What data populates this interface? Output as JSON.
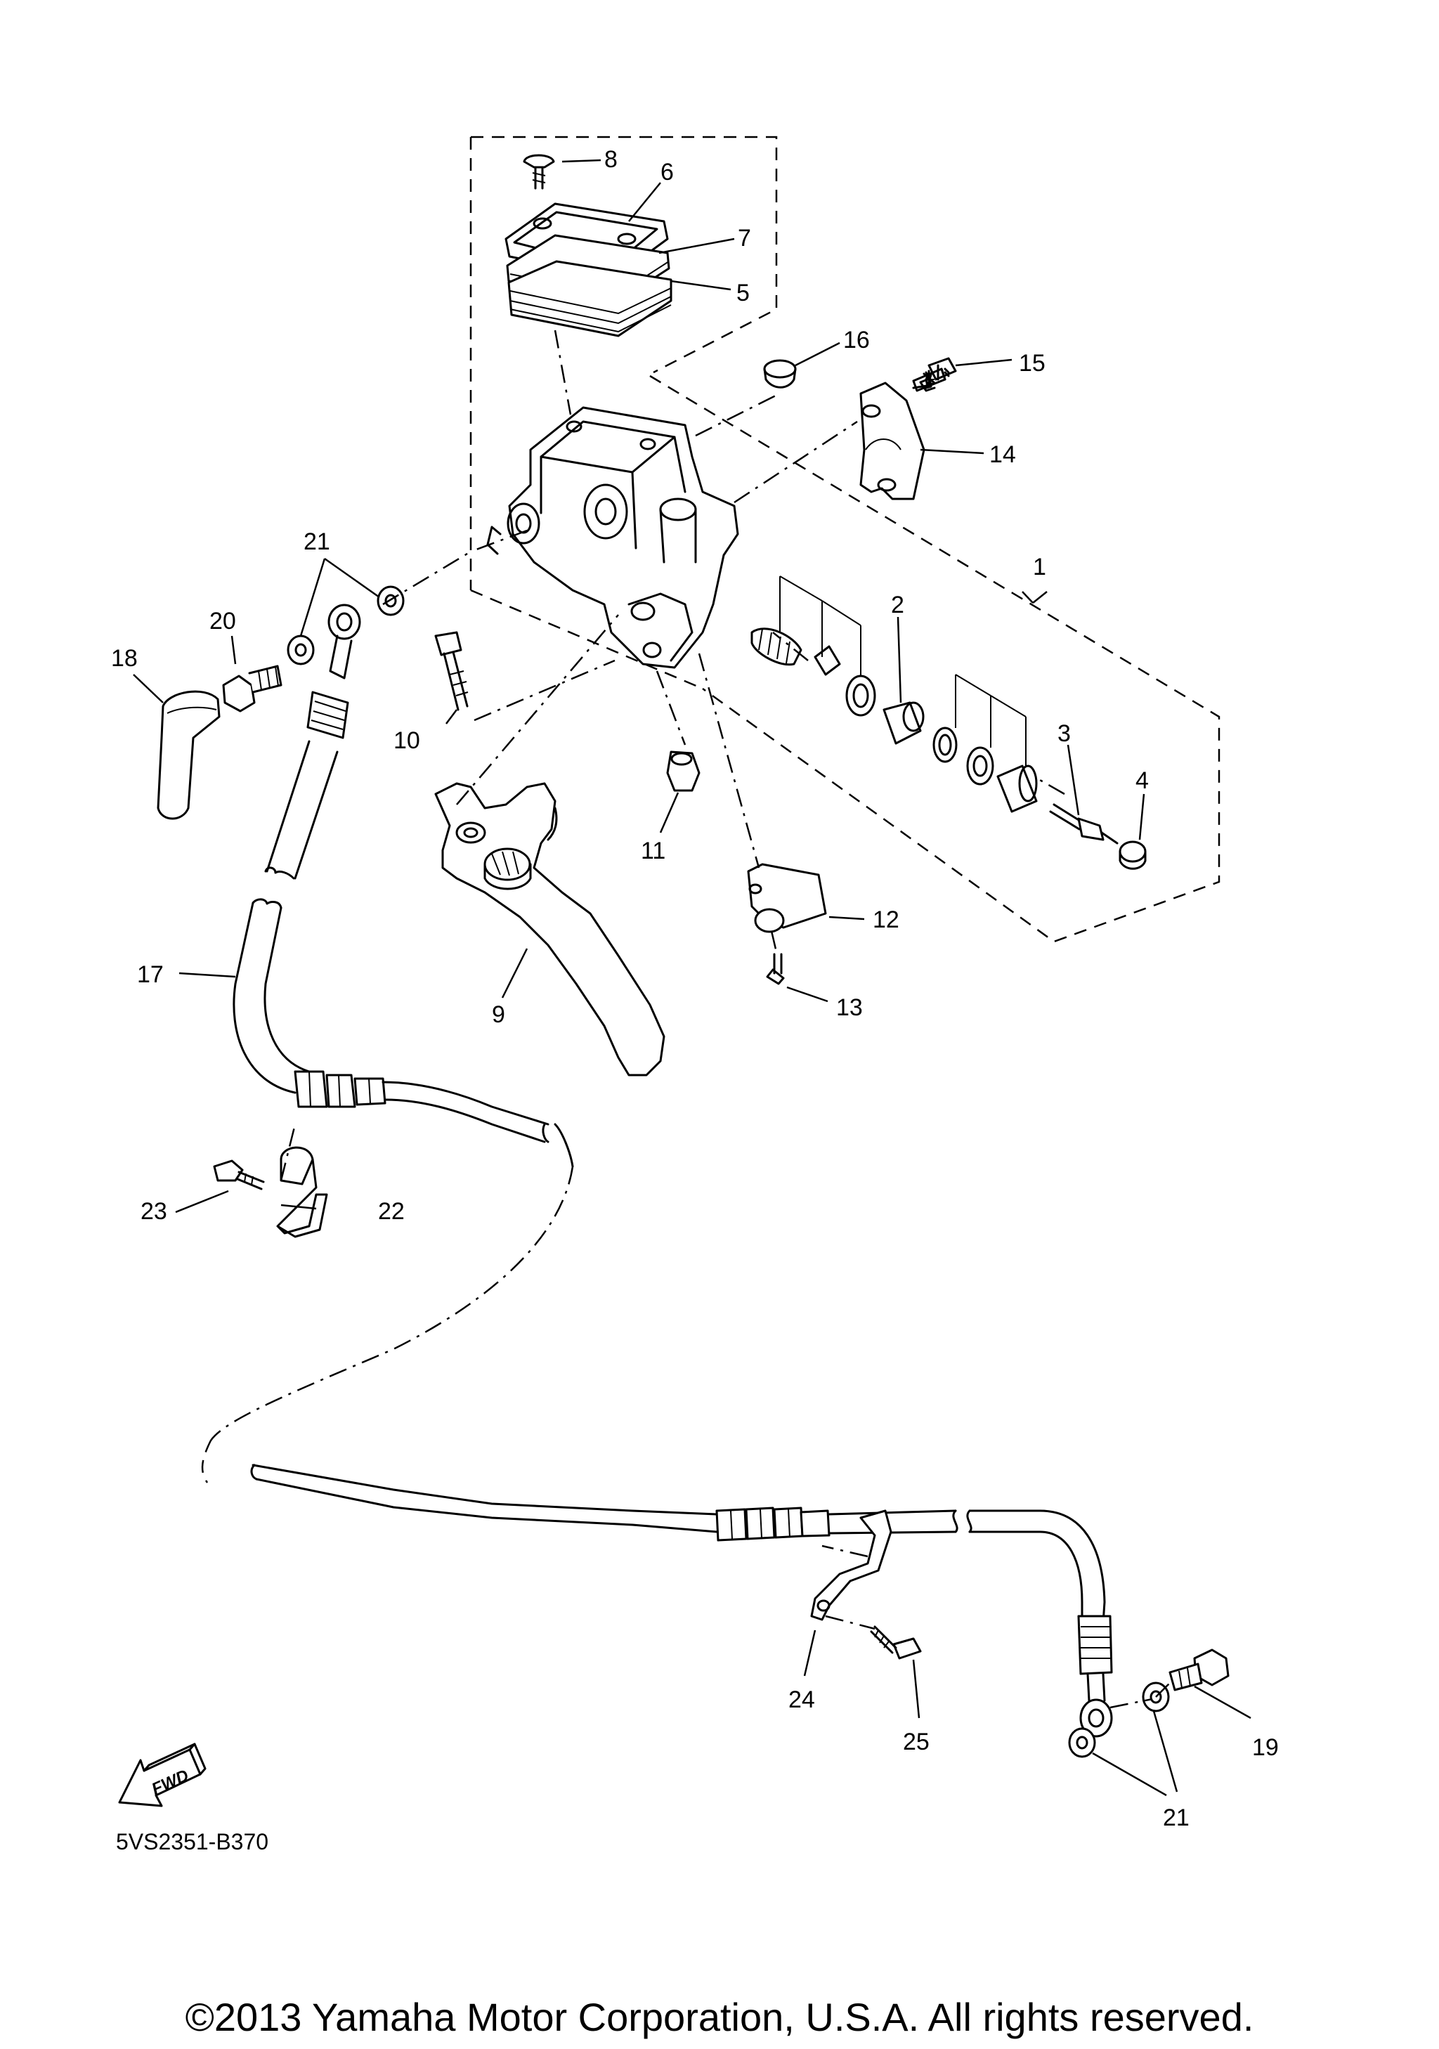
{
  "diagram": {
    "callouts": {
      "c1": "1",
      "c2": "2",
      "c3": "3",
      "c4": "4",
      "c5": "5",
      "c6": "6",
      "c7": "7",
      "c8": "8",
      "c9": "9",
      "c10": "10",
      "c11": "11",
      "c12": "12",
      "c13": "13",
      "c14": "14",
      "c15": "15",
      "c16": "16",
      "c17": "17",
      "c18": "18",
      "c19": "19",
      "c20": "20",
      "c21a": "21",
      "c21b": "21",
      "c22": "22",
      "c23": "23",
      "c24": "24",
      "c25": "25"
    },
    "fwd_label": "FWD",
    "diagram_code": "5VS2351-B370",
    "copyright": "©2013 Yamaha Motor Corporation, U.S.A. All rights reserved."
  }
}
